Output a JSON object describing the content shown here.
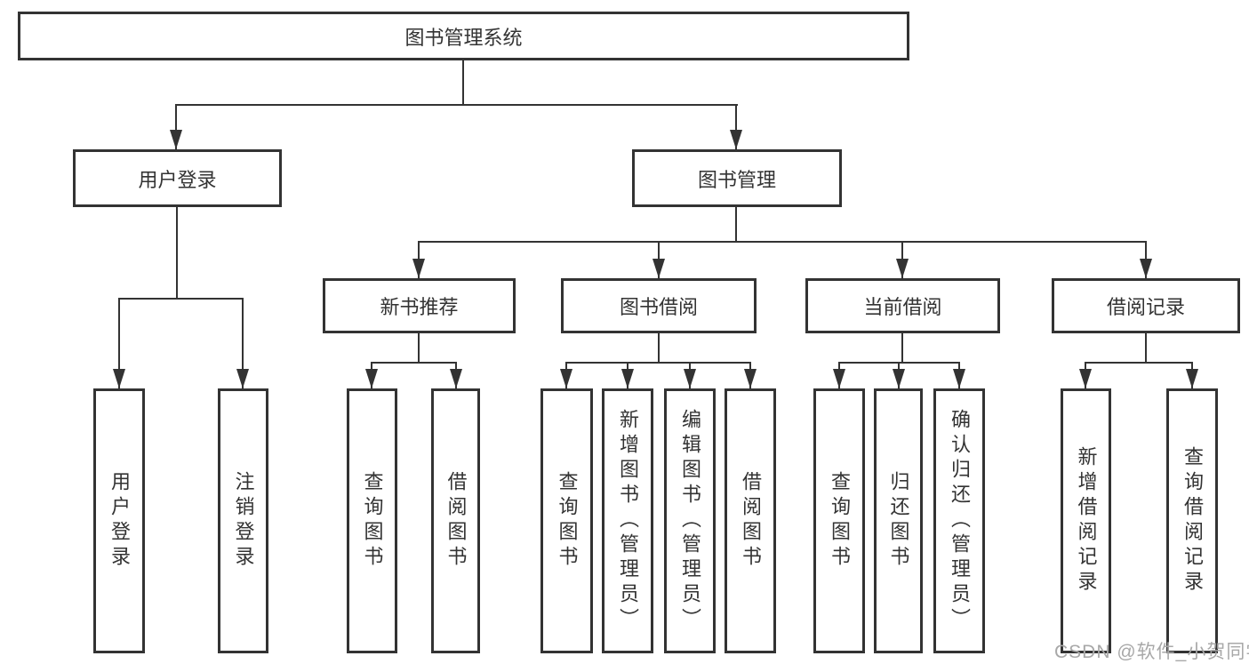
{
  "colors": {
    "stroke": "#333333",
    "background": "#ffffff",
    "watermark_gray": "#a8a8a8"
  },
  "root": {
    "label": "图书管理系统"
  },
  "branches": {
    "user_login": {
      "label": "用户登录"
    },
    "book_mgmt": {
      "label": "图书管理"
    }
  },
  "modules": [
    {
      "label": "新书推荐"
    },
    {
      "label": "图书借阅"
    },
    {
      "label": "当前借阅"
    },
    {
      "label": "借阅记录"
    }
  ],
  "leaves": [
    {
      "label": "用户登录"
    },
    {
      "label": "注销登录"
    },
    {
      "label": "查询图书"
    },
    {
      "label": "借阅图书"
    },
    {
      "label": "查询图书"
    },
    {
      "label": "新增图书（管理员）"
    },
    {
      "label": "编辑图书（管理员）"
    },
    {
      "label": "借阅图书"
    },
    {
      "label": "查询图书"
    },
    {
      "label": "归还图书"
    },
    {
      "label": "确认归还（管理员）"
    },
    {
      "label": "新增借阅记录"
    },
    {
      "label": "查询借阅记录"
    }
  ],
  "watermark": {
    "text": "CSDN @软件_小贺同学"
  }
}
